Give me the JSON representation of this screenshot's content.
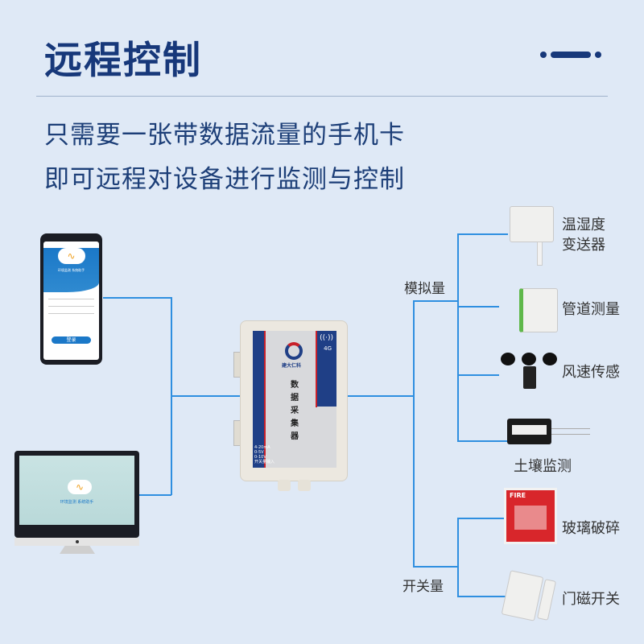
{
  "header": {
    "title": "远程控制"
  },
  "subtitle": {
    "line1": "只需要一张带数据流量的手机卡",
    "line2": "即可远程对设备进行监测与控制"
  },
  "phone": {
    "slogan": "环境监测 系统助手",
    "login": "登录"
  },
  "monitor": {
    "slogan": "环境监测 系统助手"
  },
  "device": {
    "brand": "建大仁科",
    "network": "4G",
    "name": [
      "数",
      "据",
      "采",
      "集",
      "器"
    ],
    "inputs": [
      "4-20mA",
      "0-5V",
      "0-10V",
      "开关量输入"
    ]
  },
  "groups": {
    "analog": "模拟量",
    "switch": "开关量"
  },
  "sensors": [
    {
      "label1": "温湿度",
      "label2": "变送器"
    },
    {
      "label1": "管道测量"
    },
    {
      "label1": "风速传感"
    },
    {
      "label1": "土壤监测"
    },
    {
      "label1": "玻璃破碎",
      "tag": "FIRE"
    },
    {
      "label1": "门磁开关"
    }
  ],
  "colors": {
    "title": "#17387a",
    "line": "#2f8fe0",
    "bg": "#dfe9f6"
  }
}
